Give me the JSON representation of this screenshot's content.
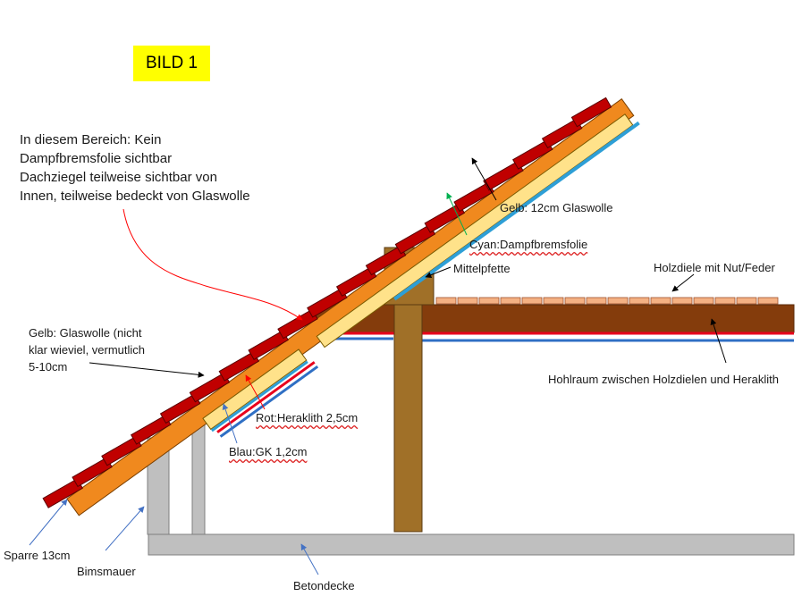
{
  "badge": "BILD 1",
  "note": {
    "lines": [
      "In diesem Bereich: Kein",
      "Dampfbremsfolie sichtbar",
      "Dachziegel teilweise sichtbar von",
      "Innen, teilweise bedeckt von Glaswolle"
    ]
  },
  "labels": {
    "glaswolle_12": "Gelb: 12cm Glaswolle",
    "dampfbremsfolie": "Cyan:Dampfbremsfolie",
    "mittelpfette": "Mittelpfette",
    "holzdiele": "Holzdiele mit Nut/Feder",
    "hohlraum": "Hohlraum zwischen Holzdielen und Heraklith",
    "glaswolle_short": [
      "Gelb: Glaswolle (nicht",
      "klar wieviel, vermutlich",
      "5-10cm"
    ],
    "heraklith": "Rot:Heraklith 2,5cm",
    "gk": "Blau:GK 1,2cm",
    "sparre": "Sparre 13cm",
    "bimsmauer": "Bimsmauer",
    "betondecke": "Betondecke"
  },
  "colors": {
    "tile": "#c00000",
    "rafter": "#f0891e",
    "wool": "#ffe28a",
    "vapor": "#2e9fd6",
    "heraklith": "#e8001c",
    "gk": "#2f6fc4",
    "wood": "#a07028",
    "floorboard": "#843c0c",
    "plank": "#f4b183",
    "masonry": "#bfbfbf",
    "arrow_black": "#000000",
    "arrow_blue": "#4472c4",
    "arrow_green": "#00b050",
    "arrow_red": "#ff0000",
    "badge": "#ffff00"
  }
}
